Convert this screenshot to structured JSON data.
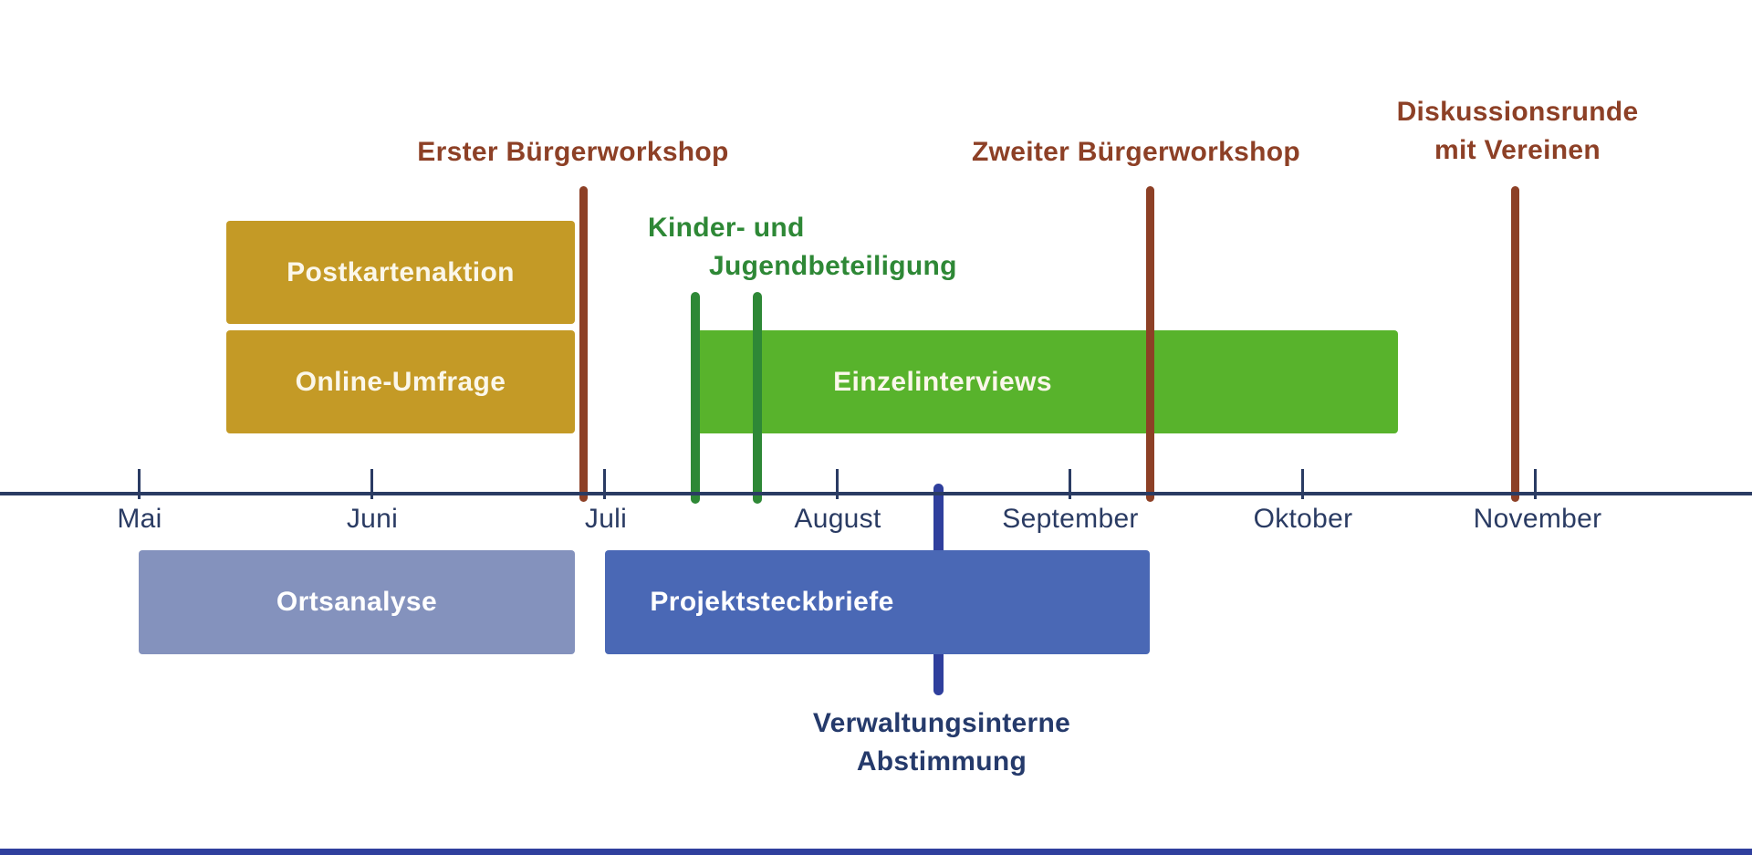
{
  "colors": {
    "background": "#FFFFFF",
    "axis_navy": "#2A3B63",
    "gold": "#C49A26",
    "bright_green": "#58B32C",
    "dark_green": "#2E8836",
    "red_brown": "#8D4026",
    "light_blue": "#8492BD",
    "mid_blue": "#4A68B5",
    "royal_blue": "#2F3F9D",
    "bar_text_cream": "#FBF7EA",
    "bar_text_white": "#FFFFFF"
  },
  "chart_data": {
    "type": "gantt",
    "title": "",
    "x_axis": {
      "unit": "months",
      "tick_labels": [
        "Mai",
        "Juni",
        "Juli",
        "August",
        "September",
        "Oktober",
        "November"
      ],
      "range_start": "Mai",
      "range_end": "November",
      "grid": false
    },
    "bars": [
      {
        "label": "Postkartenaktion",
        "lane": "above-axis-row-1",
        "start_month": 5.4,
        "end_month": 6.9,
        "color": "gold"
      },
      {
        "label": "Online-Umfrage",
        "lane": "above-axis-row-2",
        "start_month": 5.4,
        "end_month": 6.9,
        "color": "gold"
      },
      {
        "label": "Einzelinterviews",
        "lane": "above-axis-row-2",
        "start_month": 7.4,
        "end_month": 10.45,
        "color": "bright_green"
      },
      {
        "label": "Ortsanalyse",
        "lane": "below-axis",
        "start_month": 5.0,
        "end_month": 6.9,
        "color": "light_blue"
      },
      {
        "label": "Projektsteckbriefe",
        "lane": "below-axis",
        "start_month": 7.0,
        "end_month": 9.35,
        "color": "mid_blue"
      }
    ],
    "events": [
      {
        "label": "Erster Bürgerworkshop",
        "month": 6.92,
        "color": "red_brown",
        "label_position": "above-axis"
      },
      {
        "label": "Kinder- und Jugendbeteiligung",
        "label_lines": [
          "Kinder- und",
          "Jugendbeteiligung"
        ],
        "months": [
          7.4,
          7.66
        ],
        "color": "dark_green",
        "label_position": "above-axis"
      },
      {
        "label": "Verwaltungsinterne Abstimmung",
        "label_lines": [
          "Verwaltungsinterne",
          "Abstimmung"
        ],
        "month": 8.45,
        "color": "royal_blue",
        "label_position": "below-axis"
      },
      {
        "label": "Zweiter Bürgerworkshop",
        "month": 9.35,
        "color": "red_brown",
        "label_position": "above-axis"
      },
      {
        "label": "Diskussionsrunde mit Vereinen",
        "label_lines": [
          "Diskussionsrunde",
          "mit Vereinen"
        ],
        "month": 10.9,
        "color": "red_brown",
        "label_position": "above-axis"
      }
    ],
    "legend": false
  }
}
